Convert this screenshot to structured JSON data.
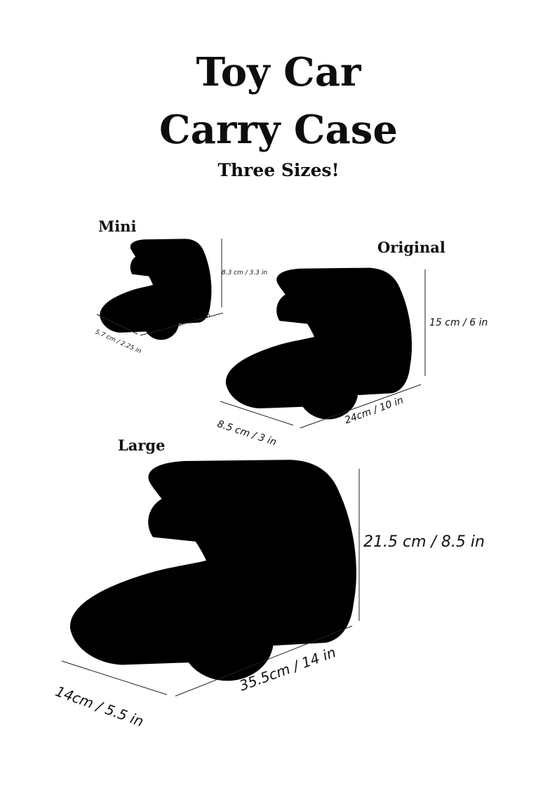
{
  "header": {
    "title_line1": "Toy Car",
    "title_line2": "Carry Case",
    "subtitle": "Three Sizes!"
  },
  "sizes": {
    "mini": {
      "label": "Mini",
      "height": "8.3 cm / 3.3 in",
      "length": "14 cm / 5.5 in",
      "width": "5.7 cm / 2.25 in"
    },
    "original": {
      "label": "Original",
      "height": "15 cm / 6 in",
      "length": "24cm / 10 in",
      "width": "8.5 cm / 3 in"
    },
    "large": {
      "label": "Large",
      "height": "21.5 cm / 8.5 in",
      "length": "35.5cm / 14 in",
      "width": "14cm / 5.5 in"
    }
  },
  "colors": {
    "ink": "#111111",
    "background": "#ffffff"
  }
}
